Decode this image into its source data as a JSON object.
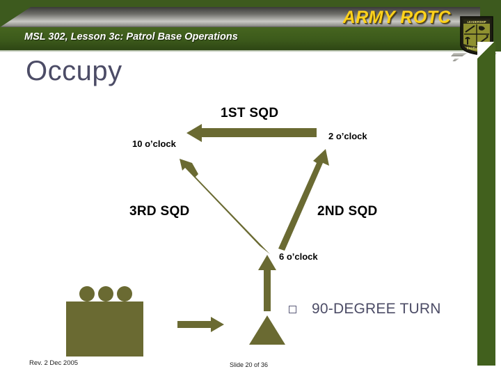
{
  "header": {
    "brand": "ARMY ROTC",
    "lesson_title": "MSL 302, Lesson 3c: Patrol Base Operations",
    "insignia_top_text": "LEADERSHIP",
    "insignia_bottom_text": "EXCELLENCE",
    "colors": {
      "green": "#3d5a1e",
      "brand_yellow": "#ffd21c",
      "silver": "#c9c9c4"
    }
  },
  "slide": {
    "title": "Occupy",
    "title_color": "#4c4c66",
    "accent_olive": "#6a6a32"
  },
  "diagram": {
    "labels": {
      "first_squad": "1ST SQD",
      "second_squad": "2ND SQD",
      "third_squad": "3RD SQD",
      "ten_oclock": "10  o’clock",
      "two_oclock": "2  o’clock",
      "six_oclock": "6   o’clock"
    }
  },
  "legend": {
    "bullet": "square-bullet",
    "text": "90-DEGREE TURN"
  },
  "footer": {
    "revision": "Rev. 2 Dec 2005",
    "slide_counter": "Slide 20 of 36"
  }
}
